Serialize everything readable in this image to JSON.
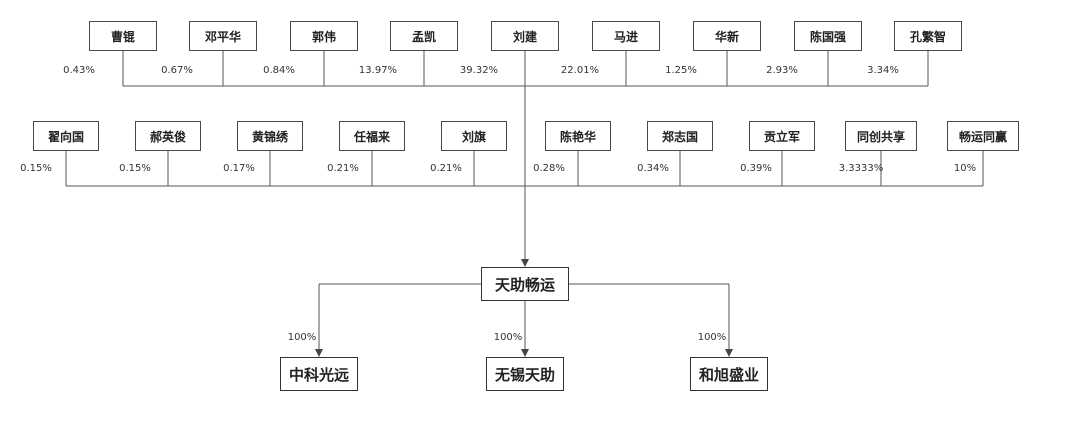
{
  "row1": [
    {
      "name": "曹锟",
      "pct": "0.43%"
    },
    {
      "name": "邓平华",
      "pct": "0.67%"
    },
    {
      "name": "郭伟",
      "pct": "0.84%"
    },
    {
      "name": "孟凯",
      "pct": "13.97%"
    },
    {
      "name": "刘建",
      "pct": "39.32%"
    },
    {
      "name": "马进",
      "pct": "22.01%"
    },
    {
      "name": "华新",
      "pct": "1.25%"
    },
    {
      "name": "陈国强",
      "pct": "2.93%"
    },
    {
      "name": "孔繁智",
      "pct": "3.34%"
    }
  ],
  "row2": [
    {
      "name": "翟向国",
      "pct": "0.15%"
    },
    {
      "name": "郝英俊",
      "pct": "0.15%"
    },
    {
      "name": "黄锦绣",
      "pct": "0.17%"
    },
    {
      "name": "任福来",
      "pct": "0.21%"
    },
    {
      "name": "刘旗",
      "pct": "0.21%"
    },
    {
      "name": "陈艳华",
      "pct": "0.28%"
    },
    {
      "name": "郑志国",
      "pct": "0.34%"
    },
    {
      "name": "贡立军",
      "pct": "0.39%"
    },
    {
      "name": "同创共享",
      "pct": "3.3333%"
    },
    {
      "name": "畅运同赢",
      "pct": "10%"
    }
  ],
  "center": {
    "name": "天助畅运"
  },
  "subsidiaries": [
    {
      "name": "中科光远",
      "pct": "100%"
    },
    {
      "name": "无锡天助",
      "pct": "100%"
    },
    {
      "name": "和旭盛业",
      "pct": "100%"
    }
  ]
}
